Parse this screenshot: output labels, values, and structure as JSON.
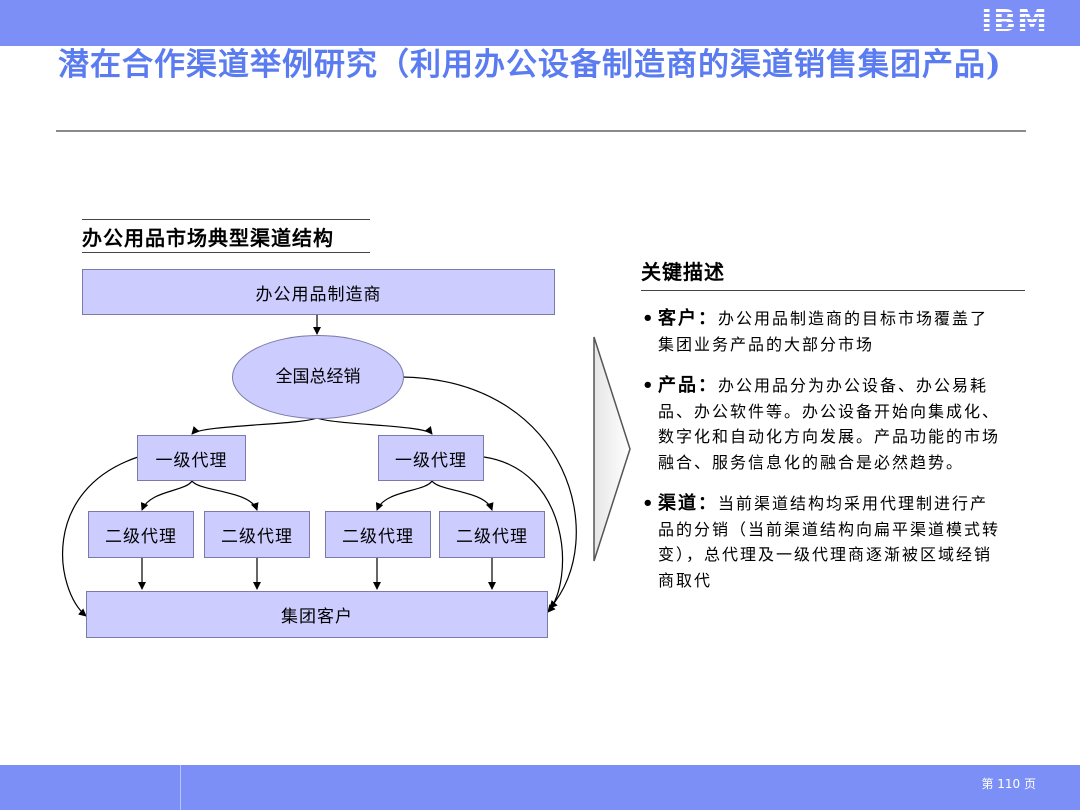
{
  "header": {
    "logo": "IBM",
    "title": "潜在合作渠道举例研究（利用办公设备制造商的渠道销售集团产品)"
  },
  "diagram": {
    "title": "办公用品市场典型渠道结构",
    "manufacturer": "办公用品制造商",
    "general_agent": "全国总经销",
    "level1": [
      "一级代理",
      "一级代理"
    ],
    "level2": [
      "二级代理",
      "二级代理",
      "二级代理",
      "二级代理"
    ],
    "customer": "集团客户"
  },
  "description": {
    "title": "关键描述",
    "bullets": [
      {
        "key": "客户：",
        "text": "办公用品制造商的目标市场覆盖了集团业务产品的大部分市场"
      },
      {
        "key": "产品：",
        "text": "办公用品分为办公设备、办公易耗品、办公软件等。办公设备开始向集成化、数字化和自动化方向发展。产品功能的市场融合、服务信息化的融合是必然趋势。"
      },
      {
        "key": "渠道：",
        "text": "当前渠道结构均采用代理制进行产品的分销（当前渠道结构向扁平渠道模式转变），总代理及一级代理商逐渐被区域经销商取代"
      }
    ]
  },
  "footer": {
    "page": "第 110 页"
  }
}
